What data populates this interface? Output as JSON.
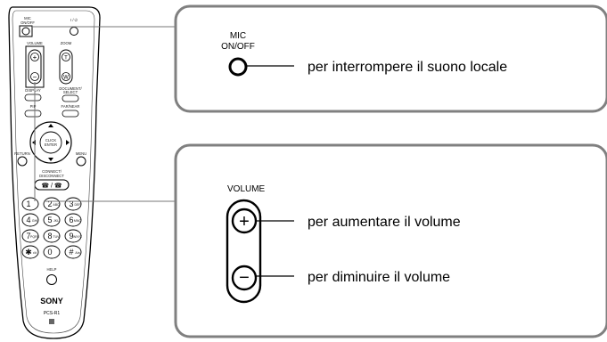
{
  "remote": {
    "brand": "SONY",
    "model": "PCS-R1",
    "power_label": "I / ⏻",
    "mic_label": "MIC\nON/OFF",
    "volume_label": "VOLUME",
    "zoom_label": "ZOOM",
    "display_label": "DISPLAY",
    "document_select_label": "DOCUMENT/\nSELECT",
    "pip_label": "PIP",
    "far_near_label": "FAR/NEAR",
    "return_label": "RETURN",
    "menu_label": "MENU",
    "center_label": "CLICK\nENTER",
    "connect_label": "CONNECT/\nDISCONNECT",
    "help_label": "HELP",
    "keypad": [
      {
        "num": "1",
        "sub": ""
      },
      {
        "num": "2",
        "sub": "ABC"
      },
      {
        "num": "3",
        "sub": "DEF"
      },
      {
        "num": "4",
        "sub": "GHI"
      },
      {
        "num": "5",
        "sub": "JKL"
      },
      {
        "num": "6",
        "sub": "MNO"
      },
      {
        "num": "7",
        "sub": "PQRS"
      },
      {
        "num": "8",
        "sub": "TUV"
      },
      {
        "num": "9",
        "sub": "WXYZ"
      },
      {
        "num": "✱",
        "sub": "•/#"
      },
      {
        "num": "0",
        "sub": ""
      },
      {
        "num": "#",
        "sub": "A/a"
      }
    ]
  },
  "callout_mic": {
    "title_line1": "MIC",
    "title_line2": "ON/OFF",
    "description": "per interrompere il suono locale"
  },
  "callout_volume": {
    "title": "VOLUME",
    "plus_symbol": "+",
    "minus_symbol": "−",
    "plus_description": "per aumentare il volume",
    "minus_description": "per diminuire il volume"
  }
}
